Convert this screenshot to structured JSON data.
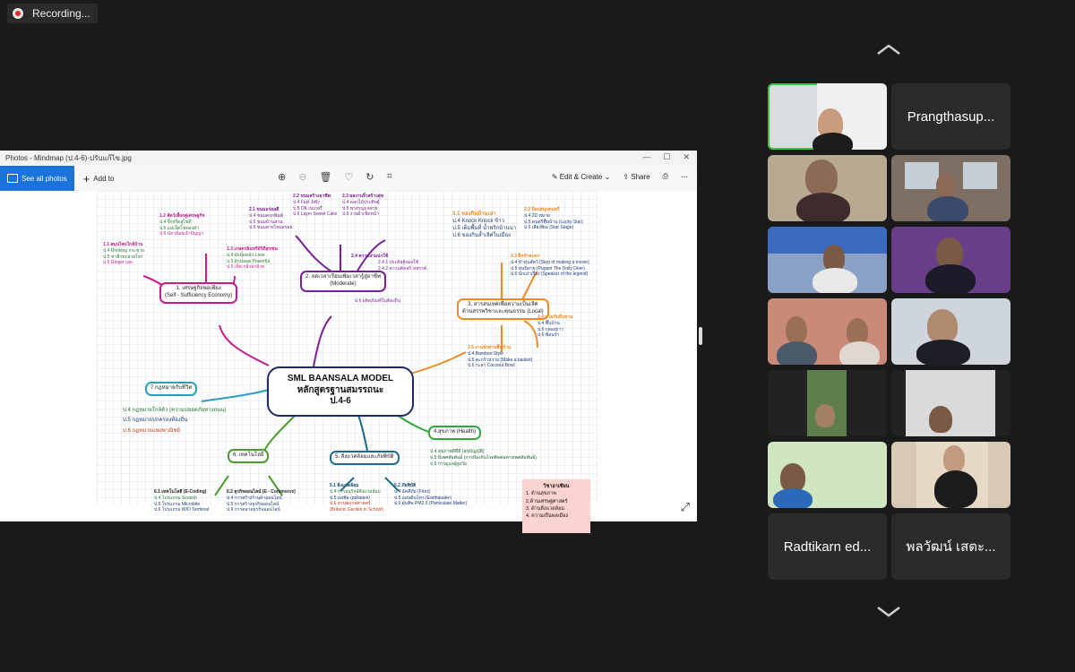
{
  "recording": {
    "label": "Recording..."
  },
  "photos_window": {
    "title": "Photos - Mindmap (ป.4-6)-ปรับแก้ไข.jpg",
    "see_all_photos": "See all photos",
    "add_to": "Add to",
    "edit_create": "Edit & Create",
    "share": "Share",
    "icons": [
      "zoom-in-icon",
      "zoom-out-icon",
      "delete-icon",
      "favorite-icon",
      "rotate-icon",
      "crop-icon",
      "print-icon",
      "more-icon"
    ]
  },
  "mindmap": {
    "center": {
      "line1": "SML BAANSALA MODEL",
      "line2": "หลักสูตรฐานสมรรถนะ",
      "line3": "ป.4-6"
    },
    "b1": {
      "title": "1. เศรษฐกิจพอเพียง",
      "subtitle": "(Self - Sufficiency Economy)"
    },
    "b1_1": {
      "head": "1.1 สมุนไพรใกล้บ้าน",
      "items": [
        "ป.4 Drinking กระชาย",
        "ป.5 ชาฟ้าทะลายโจร",
        "ป.6 Ginger เลย"
      ]
    },
    "b1_2": {
      "head": "1.2 สัตว์เลี้ยงคู่เศรษฐกิจ",
      "items": [
        "ป.4 จิ้งหรีดสู่ไข่ดี",
        "ป.5 แม่เป็ดไข่ทองคำ",
        "ป.6 ปลาน้อยเจ้าปัญญา"
      ]
    },
    "b1_3": {
      "head": "1.3 เกษตรอินทรีย์วิถีสุขชน",
      "items": [
        "ป.4 ผักปุ๋ยหมัก Love",
        "ป.5 ผักปลอด Powerful",
        "ป.6 เห็ด กล้วยกล้วย"
      ]
    },
    "b2": {
      "title": "2. ลดเวลาเรียนเพิ่มเวลารู้สู่อาชีพ",
      "subtitle": "(Moderate)"
    },
    "b2_1": {
      "head": "2.1 ขนมอร่อยดี",
      "items": [
        "ป.4 ขนมครกพิมพ์",
        "ป.5 ขนมบ้านสวน",
        "ป.6 ขนมสายไหมอร่อย"
      ]
    },
    "b2_2": {
      "head": "2.2 ขนมสร้างอาชีพ",
      "items": [
        "ป.4 Fast Jelly",
        "ป.5 OK เบเกอรี่",
        "ป.6 Layer Sweet Cake"
      ]
    },
    "b2_3": {
      "head": "2.3 ผลงานจิ๋วสร้างสุข",
      "items": [
        "ป.4 ดอกไม้ประดิษฐ์",
        "ป.5 พวงกุญแจสวย",
        "ป.6 งานผ้าเช็ดหน้า"
      ]
    },
    "b2_4": {
      "head": "2.4 ความงามน่าใช้",
      "items": [
        "2.4.1 ประดิษฐ์ของใช้",
        "2.4.2 ความคิดสร้างสรรค์",
        "ป.6 ผลิตภัณฑ์ในท้องถิ่น"
      ]
    },
    "b3": {
      "title": "3. สารสนเทศเพื่อความเป็นเลิศ",
      "subtitle": "ด้านสรรพวิชาและคุณธรรม (Local)"
    },
    "b3_1": {
      "head": "3.1 ของกินบ้านเฮา",
      "items": [
        "ป.4 Knock Knock ข้าว",
        "ป.5 เต็มพื้นที่ น้ำพริกบ้านนา",
        "ป.6 ของกินล้ำเลิศในเมือง"
      ]
    },
    "b3_2": {
      "head": "3.2 ป๊อปสนุกดนตรี",
      "items": [
        "ป.4 2D หมาย",
        "ป.5 ดนตรีพื้นบ้าน (Lucky Star)",
        "ป.6 เสียงพิณ (Star Stage)"
      ]
    },
    "b3_3": {
      "head": "3.3 ฝึกทำละคร",
      "items": [
        "ป.4 ทำหุ่นสัตว์ (Step of making a movie)",
        "ป.5 หุ่นนิยาย (Puppet The Dolly Deer)",
        "ป.6 นักเล่าเรื่อง (Speaker of the legend)"
      ]
    },
    "b3_4": {
      "head": "3.4 ช่วยกันสืบสาน",
      "items": [
        "ป.4 พื้นบ้าน",
        "ป.5 กลองยาว",
        "ป.6 ฟ้อนรำ"
      ]
    },
    "b3_5": {
      "head": "3.5 งานจักสานพื้นบ้าน",
      "items": [
        "ป.4 Bamboo Style",
        "ป.5 ตะกร้าหวาย (Make a basket)",
        "ป.6 กะลา Coconut Bowl"
      ]
    },
    "b4": {
      "title": "4.สุขภาพ (Health)"
    },
    "b4_items": [
      "ป.4 สุขภาพดีที่ดี (สุขบัญญัติ)",
      "ป.5 มีเพศสัมพันธ์ (การป้องกันโรคติดต่อทางเพศสัมพันธ์)",
      "ป.6 การดูแลผู้สูงวัย"
    ],
    "b5": {
      "title": "5. สิ่งแวดล้อมและภัยพิบัติ"
    },
    "b5_1": {
      "head": "5.1 สิ่งแวดล้อม",
      "items": [
        "ป.4 การอนุรักษ์สิ่งแวดล้อม",
        "ป.5 มลพิษ (pollution)",
        "ป.6 สวนพฤกษศาสตร์",
        "(Botanic Garden in School)"
      ]
    },
    "b5_2": {
      "head": "5.2 ภัยพิบัติ",
      "items": [
        "ป.4 อัคคีภัย (Fires)",
        "ป.5 แผ่นดินไหว (Earthquake)",
        "ป.6 ฝุ่นพิษ PM2.5 (Particulate Matter)"
      ]
    },
    "b6": {
      "title": "6. เทคโนโลยี"
    },
    "b6_1": {
      "head": "6.1 เทคโนโลยี (E-Coding)",
      "items": [
        "ป.4 โปรแกรม Scratch",
        "ป.5 โปรแกรม Microbite",
        "ป.6 โปรแกรม WIO Terminal"
      ]
    },
    "b6_2": {
      "head": "6.2 ธุรกิจออนไลน์ (E - Commerce)",
      "items": [
        "ป.4 การสร้างร้านค้าออนไลน์",
        "ป.5 การสร้างธุรกิจออนไลน์",
        "ป.6 การตลาดธุรกิจออนไลน์"
      ]
    },
    "b7": {
      "title": "7.กฎหมายกับชีวิต"
    },
    "b7_items": [
      "ป.4 กฎหมายใกล้ตัว (ความปลอดภัยทางถนน)",
      "ป.5 กฎหมายปกครองท้องถิ่น",
      "ป.6 กฎหมายแพ่งพาณิชย์"
    ],
    "note": {
      "head": "วิชาอาเซียน",
      "items": [
        "1. ด้านสุขภาพ",
        "2.ด้านเศรษฐศาสตร์",
        "3. ด้านสิ่งแวดล้อม",
        "4. ความเป็นพลเมือง"
      ]
    }
  },
  "participants": {
    "named": [
      "Prangthasup...",
      "Radtikarn ed...",
      "พลวัฒน์  เสตะ..."
    ]
  }
}
